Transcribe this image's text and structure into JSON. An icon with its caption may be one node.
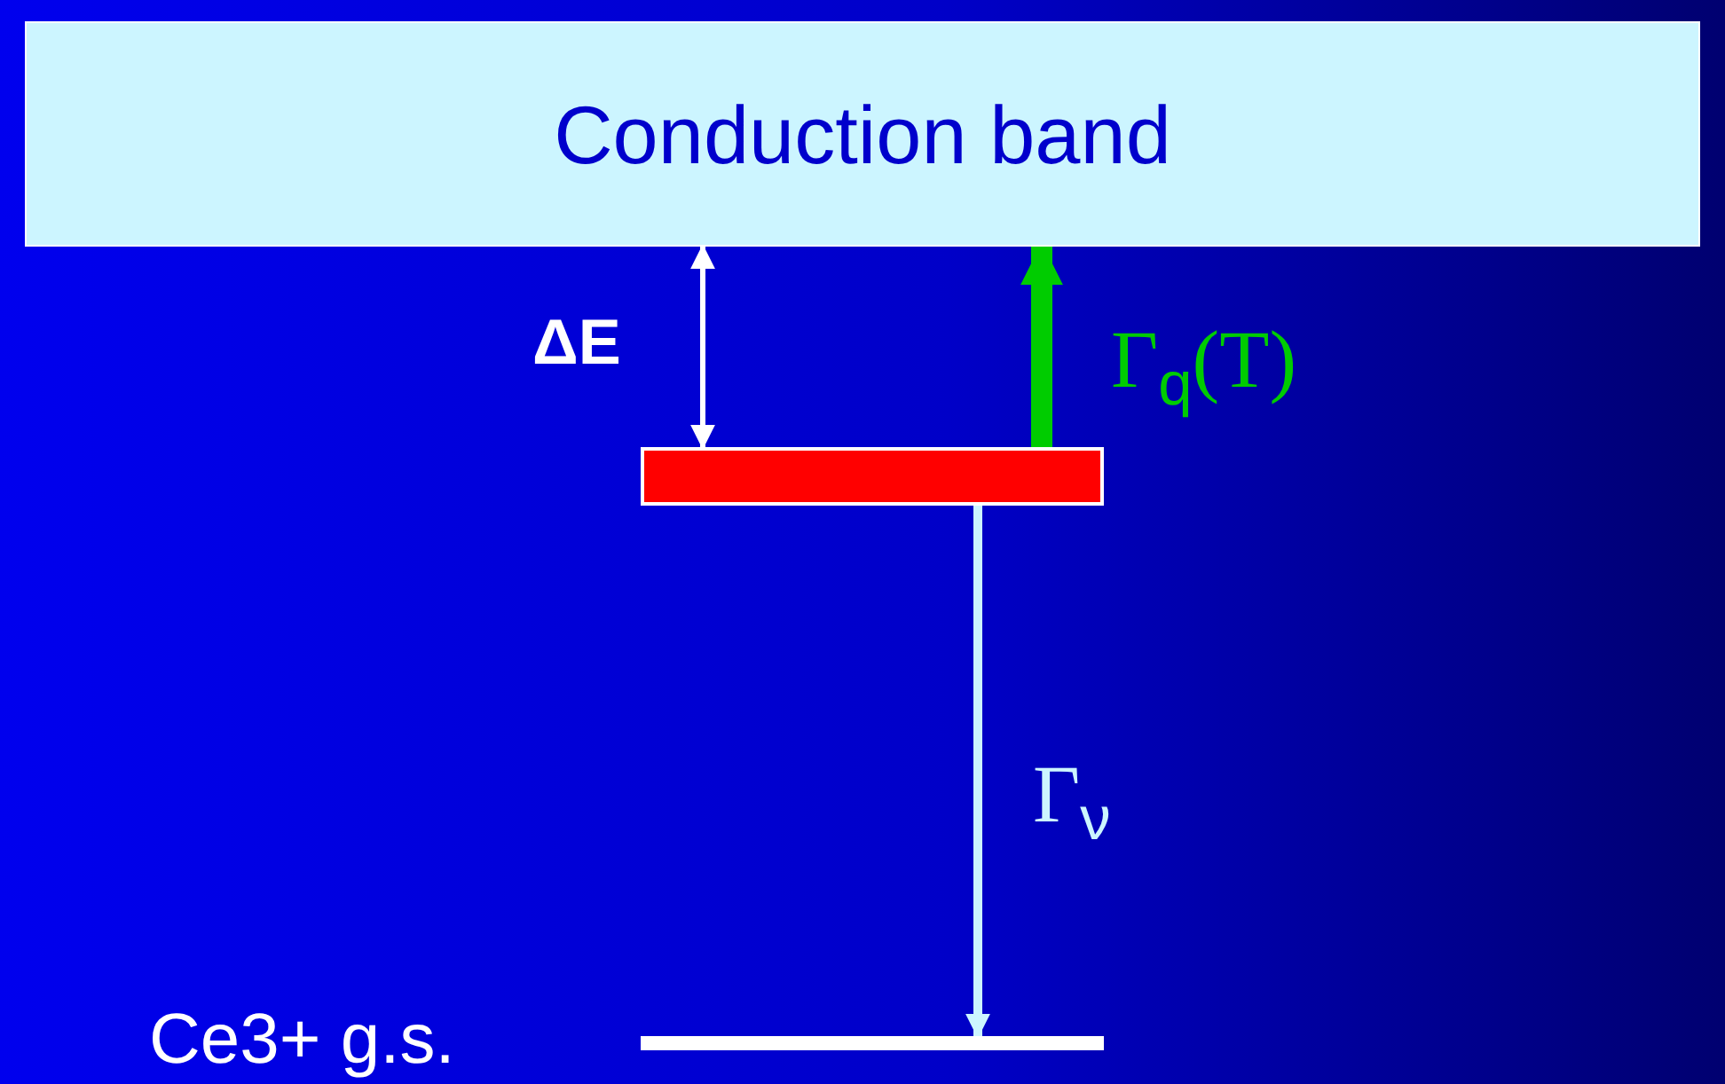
{
  "diagram": {
    "nodes": [
      {
        "text": [
          "Conduction band"
        ]
      },
      {
        "text": [],
        "shape": "bar"
      },
      {
        "text": [],
        "shape": "bar",
        "beside": [
          "Ce3+ g.s."
        ]
      }
    ],
    "edges": [
      {
        "from": 1,
        "to": 0,
        "arrow": "both",
        "label": "ΔE",
        "color": "#ffffff"
      },
      {
        "from": 1,
        "to": 0,
        "arrow": "to",
        "label": "Γ$_{q}$(T)",
        "style": "thick",
        "color": "#00cc00"
      },
      {
        "from": 1,
        "to": 2,
        "arrow": "to",
        "label": "Γ$_{ν}$",
        "color": "#ccf5ff"
      }
    ]
  }
}
